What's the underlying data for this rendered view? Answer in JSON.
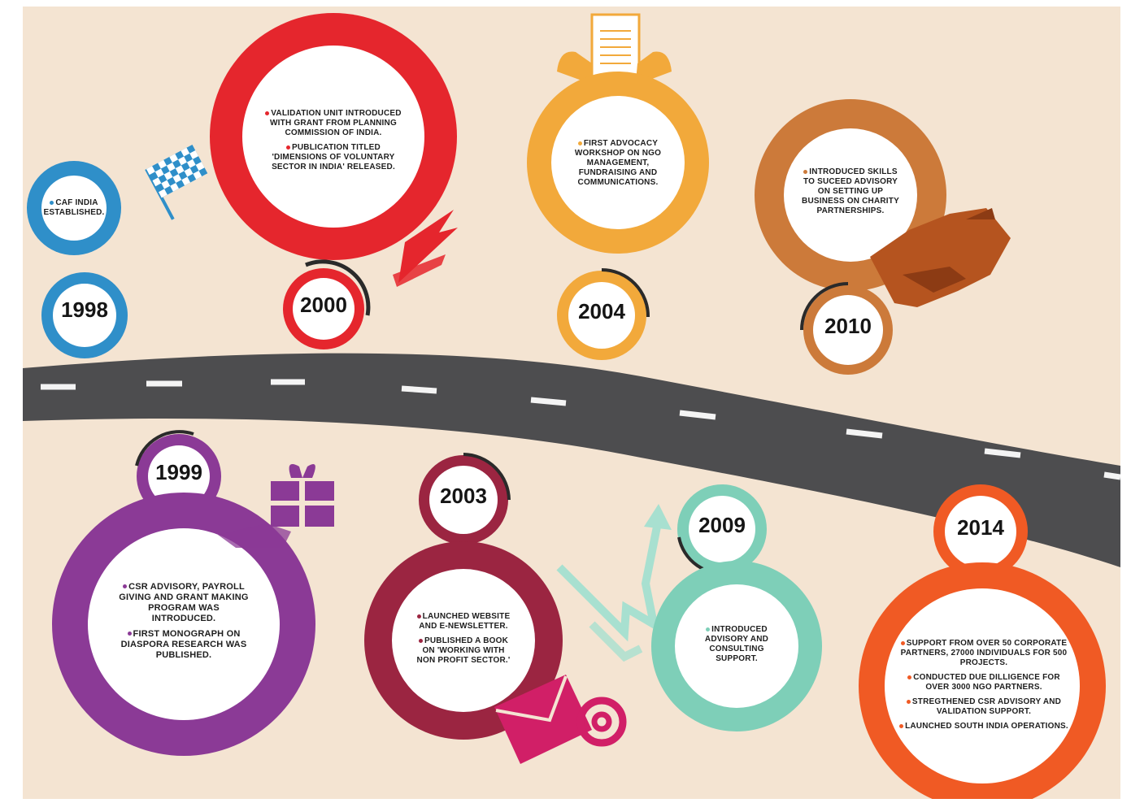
{
  "milestones": [
    {
      "year": "1998",
      "color": "#2f8fc9",
      "lines": [
        "Caf India Established."
      ]
    },
    {
      "year": "2000",
      "color": "#e5262d",
      "lines": [
        "Validation unit introduced with grant from Planning Commission of India.",
        "Publication titled 'Dimensions of Voluntary Sector in India' released."
      ]
    },
    {
      "year": "2004",
      "color": "#f2a93b",
      "lines": [
        "First Advocacy workshop on NGO Management, Fundraising and Communications."
      ]
    },
    {
      "year": "2010",
      "color": "#cc7a3a",
      "lines": [
        "Introduced Skills to Suceed advisory on setting up business on charity partnerships."
      ]
    },
    {
      "year": "1999",
      "color": "#8b3a96",
      "lines": [
        "CSR advisory, Payroll Giving and Grant making program was introduced.",
        "First Monograph on diaspora research was published."
      ]
    },
    {
      "year": "2003",
      "color": "#9b2541",
      "lines": [
        "Launched website and E-newsletter.",
        "Published a book on 'Working with Non Profit Sector.'"
      ]
    },
    {
      "year": "2009",
      "color": "#7ecfb8",
      "lines": [
        "Introduced advisory and consulting support."
      ]
    },
    {
      "year": "2014",
      "color": "#f05a24",
      "lines": [
        "Support from over 50 corporate partners, 27000 individuals for 500 projects.",
        "Conducted due dilligence for over 3000 NGO partners.",
        "Stregthened CSR advisory and validation support.",
        "Launched South India operations."
      ]
    }
  ],
  "icons": [
    "checkered-flag-icon",
    "ribbon-icon",
    "document-hands-icon",
    "handshake-icon",
    "gift-icon",
    "growth-arrow-icon",
    "email-at-icon"
  ]
}
